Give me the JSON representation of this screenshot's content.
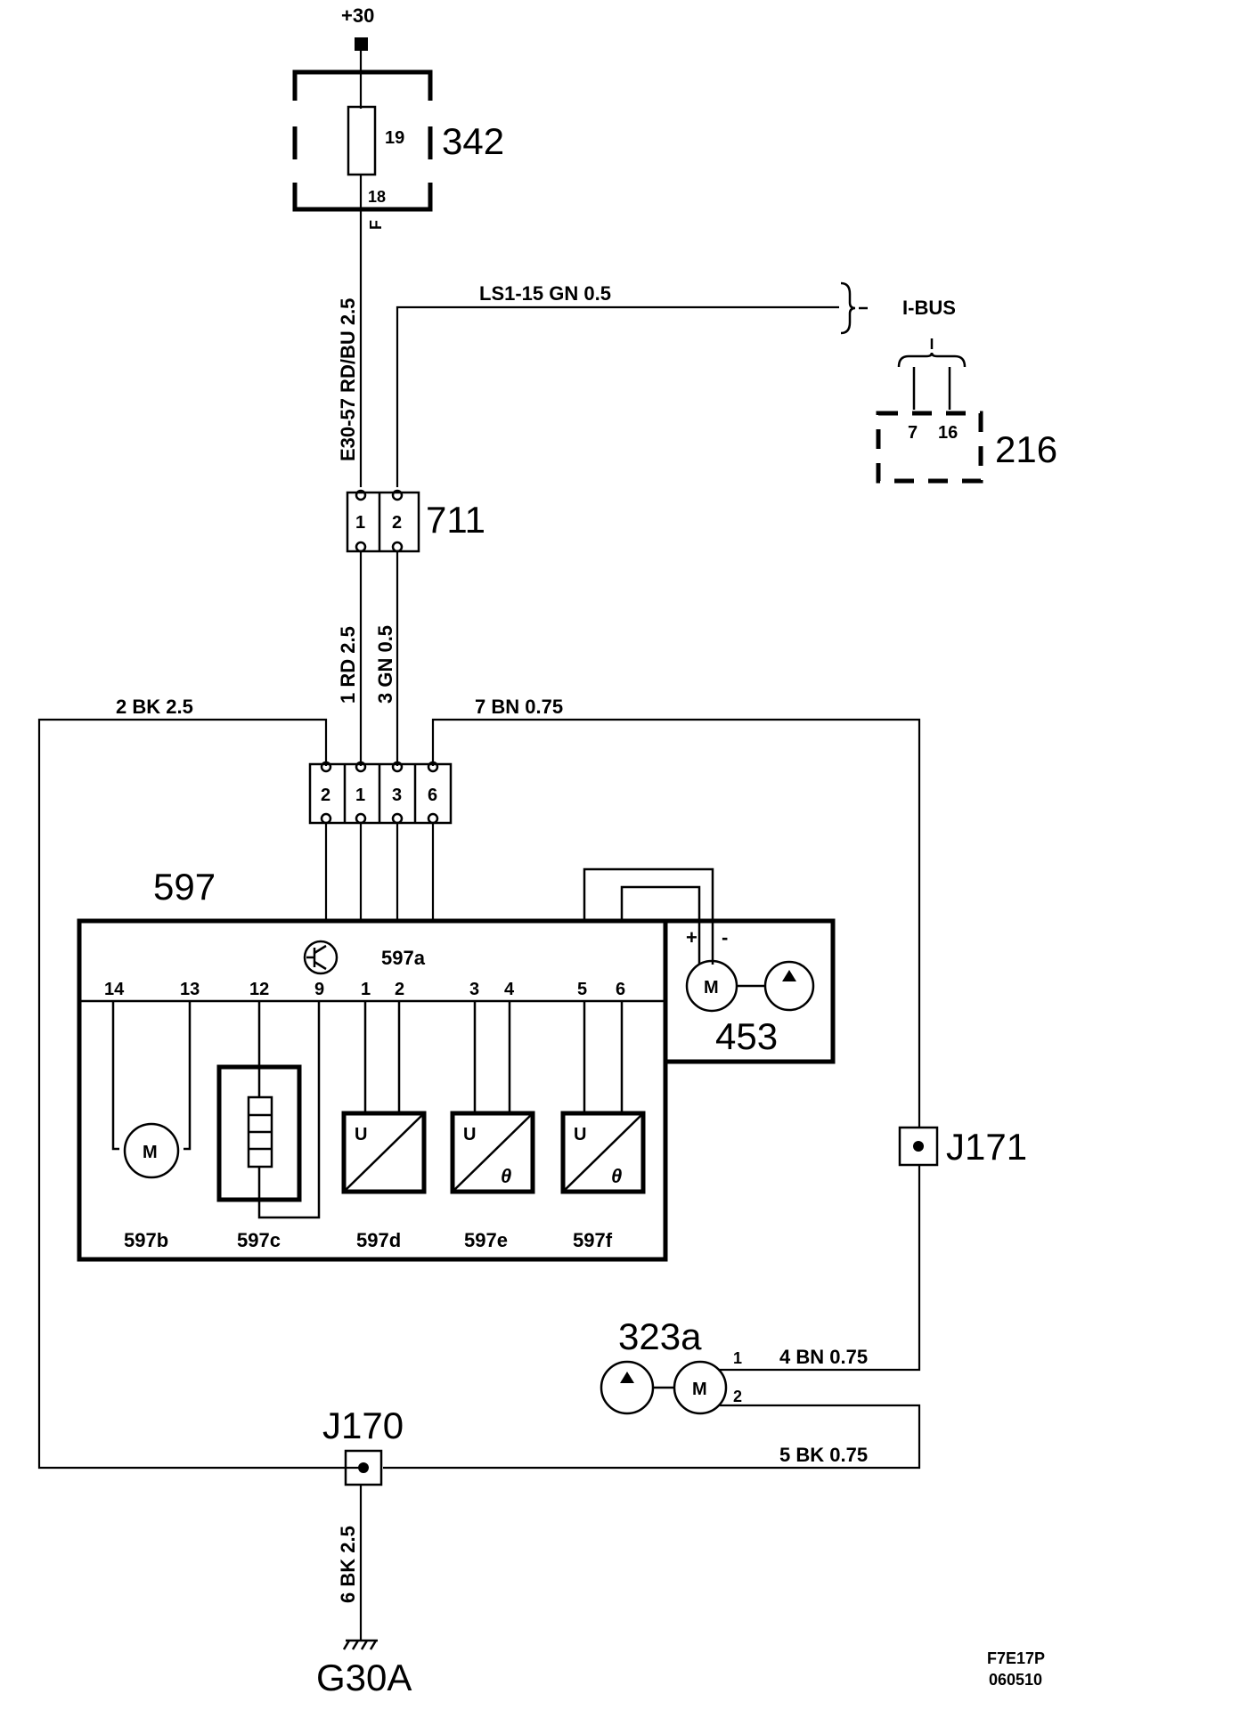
{
  "supply": {
    "label": "+30"
  },
  "fuse_block": {
    "id": "342",
    "fuse_num": "19",
    "pin": "18",
    "pin_letter": "F"
  },
  "wire_e30": {
    "label": "E30-57  RD/BU  2.5"
  },
  "wire_ls1": {
    "label": "LS1-15  GN   0.5"
  },
  "ibus": {
    "label": "I-BUS"
  },
  "module_216": {
    "id": "216",
    "pin_a": "7",
    "pin_b": "16"
  },
  "connector_711": {
    "id": "711",
    "pin_1": "1",
    "pin_2": "2"
  },
  "wire_rd": {
    "label": "1  RD  2.5"
  },
  "wire_gn": {
    "label": "3  GN  0.5"
  },
  "wire_bk_left": {
    "label": "2  BK  2.5"
  },
  "wire_bn_right": {
    "label": "7  BN  0.75"
  },
  "connector_597": {
    "pins": [
      "2",
      "1",
      "3",
      "6"
    ]
  },
  "unit_597": {
    "id": "597",
    "sub_a": "597a",
    "pins": [
      "14",
      "13",
      "12",
      "9",
      "1",
      "2",
      "3",
      "4",
      "5",
      "6"
    ],
    "sub_labels": [
      "597b",
      "597c",
      "597d",
      "597e",
      "597f"
    ],
    "motor_letter": "M",
    "sensor_u": "U",
    "theta": "θ"
  },
  "pump_453": {
    "id": "453",
    "plus": "+",
    "minus": "-",
    "motor_letter": "M"
  },
  "junction_j171": {
    "id": "J171"
  },
  "pump_323a": {
    "id": "323a",
    "pin_1": "1",
    "pin_2": "2",
    "motor_letter": "M"
  },
  "wire_bn_4": {
    "label": "4  BN  0.75"
  },
  "wire_bk_5": {
    "label": "5  BK  0.75"
  },
  "junction_j170": {
    "id": "J170"
  },
  "wire_bk_6": {
    "label": "6  BK  2.5"
  },
  "ground": {
    "id": "G30A"
  },
  "drawing_ref": {
    "code": "F7E17P",
    "date": "060510"
  }
}
